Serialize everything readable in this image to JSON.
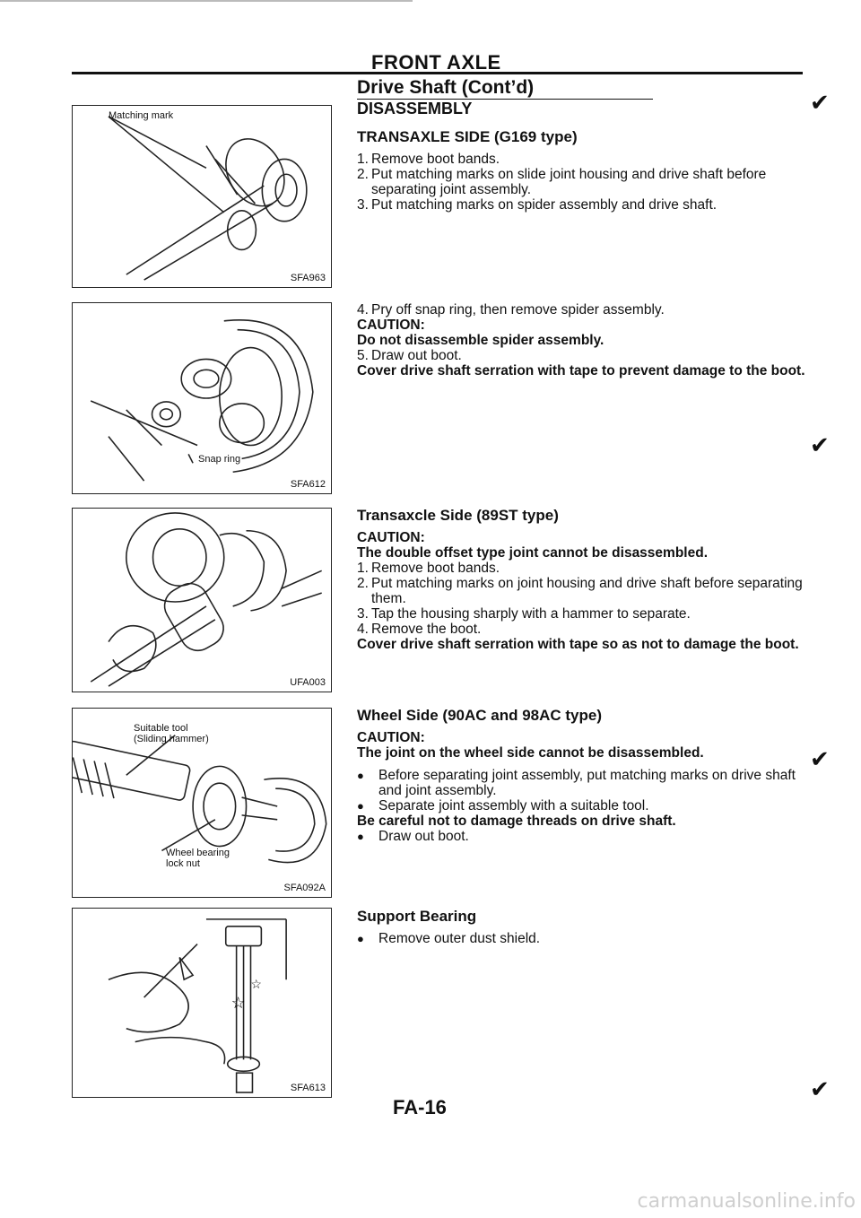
{
  "header": {
    "title": "FRONT AXLE",
    "subtitle": "Drive Shaft (Cont’d)",
    "page_number": "FA-16"
  },
  "figures": [
    {
      "code": "SFA963",
      "labels": [
        "Matching mark"
      ]
    },
    {
      "code": "SFA612",
      "labels": [
        "Snap ring"
      ]
    },
    {
      "code": "UFA003",
      "labels": []
    },
    {
      "code": "SFA092A",
      "labels": [
        "Suitable tool",
        "(Sliding hammer)",
        "Wheel bearing",
        "lock nut"
      ]
    },
    {
      "code": "SFA613",
      "labels": []
    }
  ],
  "section1": {
    "heading": "DISASSEMBLY",
    "subheading": "TRANSAXLE SIDE (G169 type)",
    "steps": [
      {
        "num": "1.",
        "text": "Remove boot bands."
      },
      {
        "num": "2.",
        "text": "Put matching marks on slide joint housing and drive shaft before separating joint assembly."
      },
      {
        "num": "3.",
        "text": "Put matching marks on spider assembly and drive shaft."
      }
    ]
  },
  "section2": {
    "step4": {
      "num": "4.",
      "text": "Pry off snap ring, then remove spider assembly."
    },
    "caution_label": "CAUTION:",
    "caution_text": "Do not disassemble spider assembly.",
    "step5": {
      "num": "5.",
      "text": "Draw out boot."
    },
    "note": "Cover drive shaft serration with tape to prevent damage to the boot."
  },
  "section3": {
    "heading": "Transaxcle Side (89ST type)",
    "caution_label": "CAUTION:",
    "caution_text": "The double offset type joint cannot be disassembled.",
    "steps": [
      {
        "num": "1.",
        "text": "Remove boot bands."
      },
      {
        "num": "2.",
        "text": "Put matching marks on joint housing and drive shaft before separating them."
      },
      {
        "num": "3.",
        "text": "Tap the housing sharply with a hammer to separate."
      },
      {
        "num": "4.",
        "text": "Remove the boot."
      }
    ],
    "note": "Cover drive shaft serration with tape so as not to damage the boot."
  },
  "section4": {
    "heading": "Wheel Side (90AC and 98AC type)",
    "caution_label": "CAUTION:",
    "caution_text": "The joint on the wheel side cannot be disassembled.",
    "bullet1": "Before separating joint assembly, put matching marks on drive shaft and joint assembly.",
    "bullet2": "Separate joint assembly with a suitable tool.",
    "note": "Be careful not to damage threads on drive shaft.",
    "bullet3": "Draw out boot."
  },
  "section5": {
    "heading": "Support Bearing",
    "bullet1": "Remove outer dust shield."
  },
  "watermark": "carmanualsonline.info"
}
